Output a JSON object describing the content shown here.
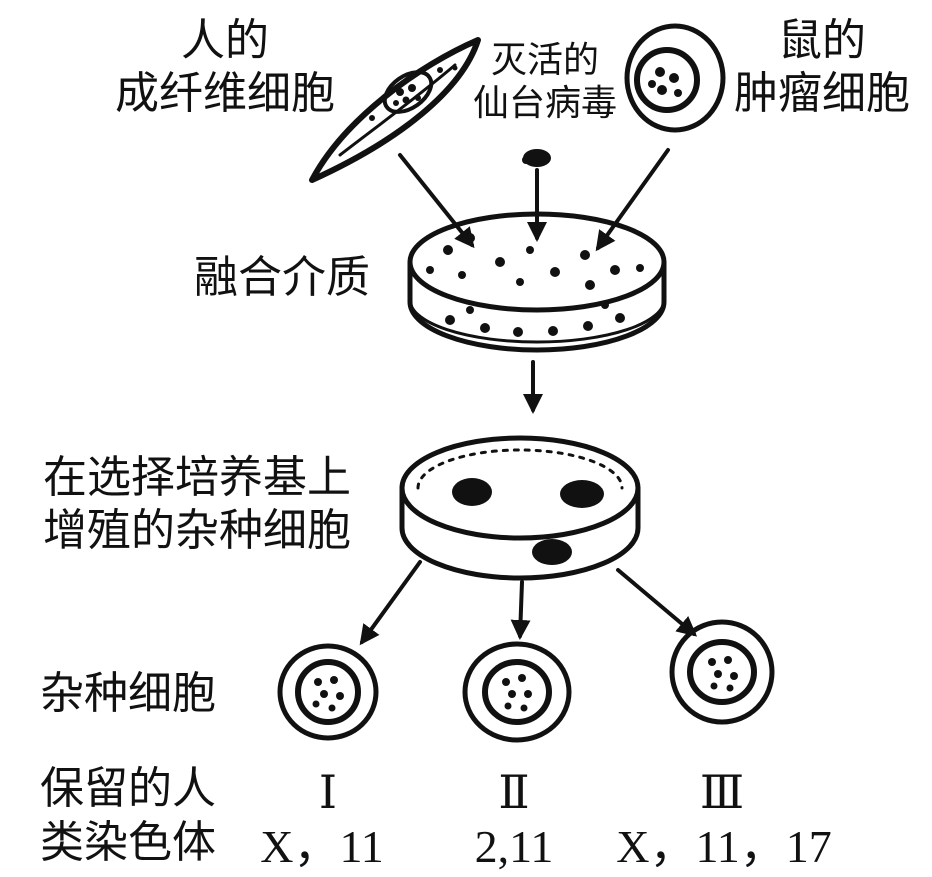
{
  "labels": {
    "human_cell": [
      "人的",
      "成纤维细胞"
    ],
    "virus": [
      "灭活的",
      "仙台病毒"
    ],
    "mouse_cell": [
      "鼠的",
      "肿瘤细胞"
    ],
    "fusion_medium": "融合介质",
    "selective_medium": [
      "在选择培养基上",
      "增殖的杂种细胞"
    ],
    "hybrid_cells": "杂种细胞",
    "retained_human": [
      "保留的人",
      "类染色体"
    ]
  },
  "clones": [
    {
      "numeral": "Ⅰ",
      "chromosomes": "X，11"
    },
    {
      "numeral": "Ⅱ",
      "chromosomes": "2,11"
    },
    {
      "numeral": "Ⅲ",
      "chromosomes": "X，11，17"
    }
  ]
}
